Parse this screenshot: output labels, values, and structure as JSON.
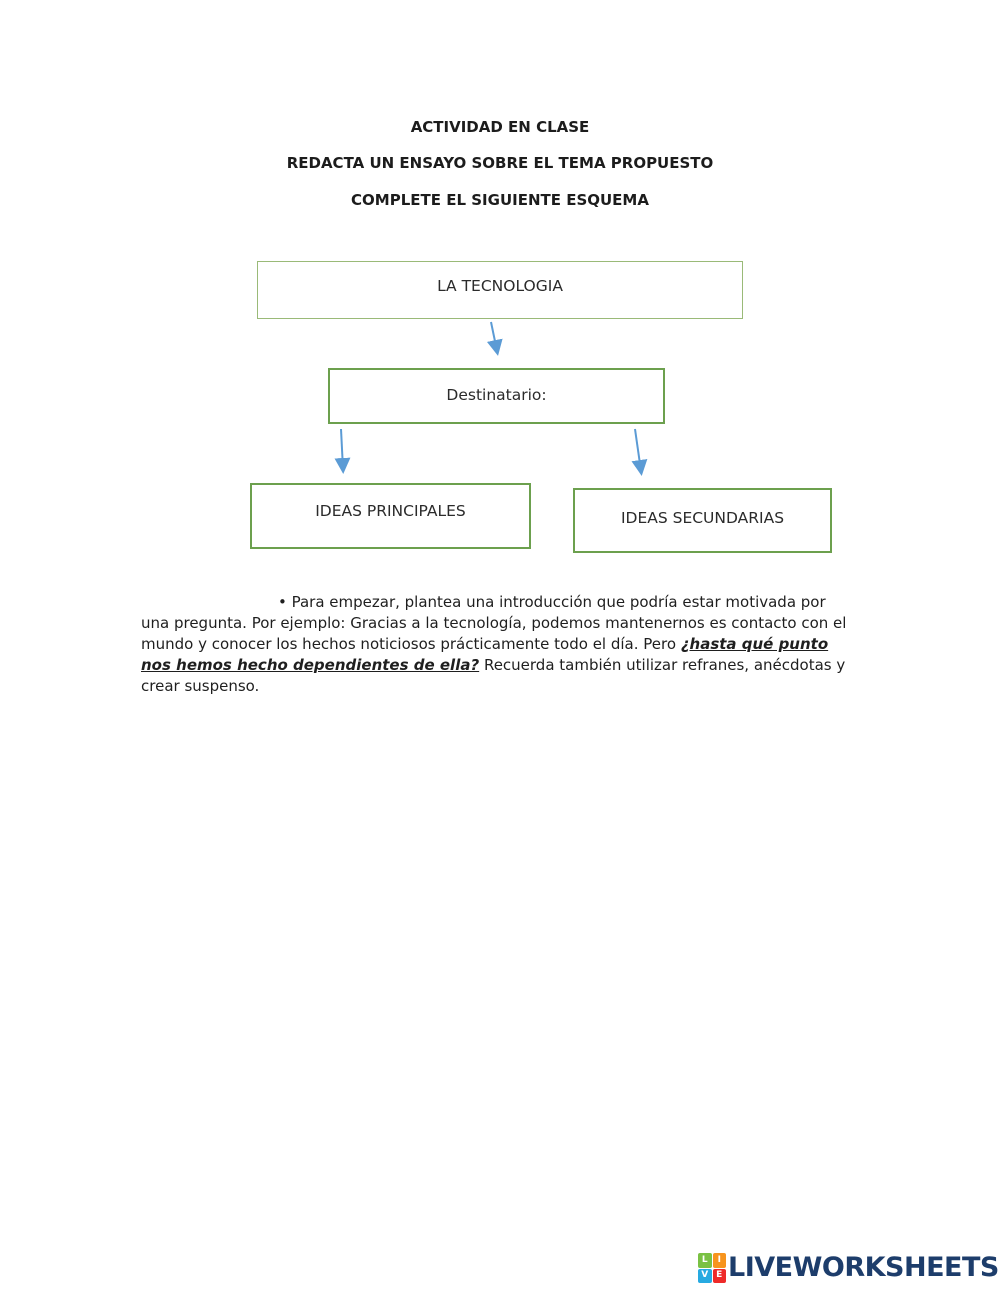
{
  "page": {
    "headings": [
      "ACTIVIDAD EN CLASE",
      "REDACTA UN ENSAYO SOBRE EL TEMA PROPUESTO",
      "COMPLETE EL SIGUIENTE ESQUEMA"
    ]
  },
  "diagram": {
    "boxes": [
      {
        "label": "LA TECNOLOGIA"
      },
      {
        "label": "Destinatario:"
      },
      {
        "label": "IDEAS PRINCIPALES"
      },
      {
        "label": "IDEAS SECUNDARIAS"
      }
    ],
    "arrow_color": "#5b9bd5",
    "box_border_color": "#6ca04e",
    "top_box_border_color": "#9aba78"
  },
  "paragraph": {
    "before": "• Para empezar, plantea una introducción que podría estar motivada por una pregunta. Por ejemplo: Gracias a la tecnología, podemos mantenernos es contacto con el mundo y conocer los hechos noticiosos prácticamente todo el día. Pero ",
    "emphasis": "¿hasta qué punto nos hemos hecho dependientes de ella?",
    "after": " Recuerda también utilizar refranes, anécdotas y crear suspenso."
  },
  "footer": {
    "brand_text": "LIVEWORKSHEETS",
    "brand_text_color": "#1d3d6b",
    "logo_letters": [
      {
        "letter": "L",
        "color": "#7ac143"
      },
      {
        "letter": "I",
        "color": "#f7941d"
      },
      {
        "letter": "V",
        "color": "#27aae1"
      },
      {
        "letter": "E",
        "color": "#ee2a29"
      }
    ]
  }
}
